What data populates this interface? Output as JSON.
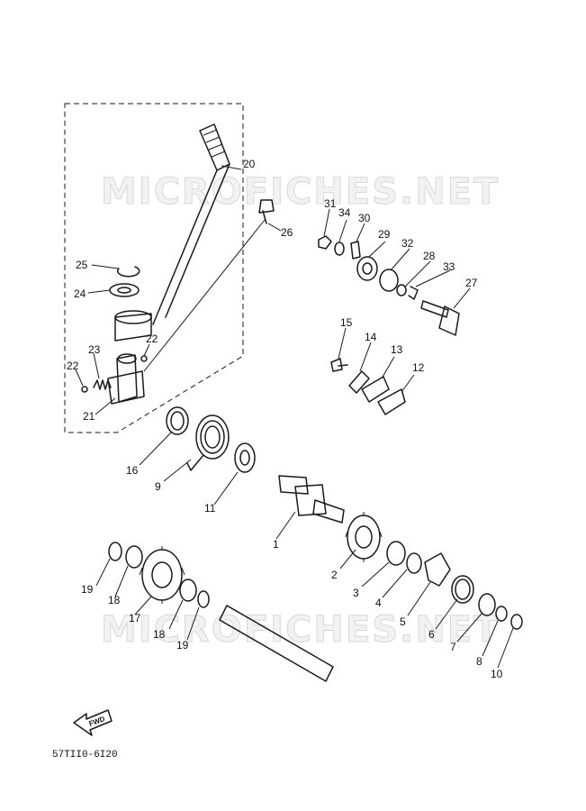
{
  "watermark": "MICROFICHES.NET",
  "drawing_code": "57TII0-6I20",
  "fwd_label": "FWD",
  "callouts": [
    {
      "id": "1",
      "text": "1"
    },
    {
      "id": "2",
      "text": "2"
    },
    {
      "id": "3",
      "text": "3"
    },
    {
      "id": "4",
      "text": "4"
    },
    {
      "id": "5",
      "text": "5"
    },
    {
      "id": "6",
      "text": "6"
    },
    {
      "id": "7",
      "text": "7"
    },
    {
      "id": "8",
      "text": "8"
    },
    {
      "id": "9",
      "text": "9"
    },
    {
      "id": "10",
      "text": "10"
    },
    {
      "id": "11",
      "text": "11"
    },
    {
      "id": "12",
      "text": "12"
    },
    {
      "id": "13",
      "text": "13"
    },
    {
      "id": "14",
      "text": "14"
    },
    {
      "id": "15",
      "text": "15"
    },
    {
      "id": "16",
      "text": "16"
    },
    {
      "id": "17",
      "text": "17"
    },
    {
      "id": "18a",
      "text": "18"
    },
    {
      "id": "18b",
      "text": "18"
    },
    {
      "id": "19a",
      "text": "19"
    },
    {
      "id": "19b",
      "text": "19"
    },
    {
      "id": "20",
      "text": "20"
    },
    {
      "id": "21",
      "text": "21"
    },
    {
      "id": "22a",
      "text": "22"
    },
    {
      "id": "22b",
      "text": "22"
    },
    {
      "id": "23",
      "text": "23"
    },
    {
      "id": "24",
      "text": "24"
    },
    {
      "id": "25",
      "text": "25"
    },
    {
      "id": "26",
      "text": "26"
    },
    {
      "id": "27",
      "text": "27"
    },
    {
      "id": "28",
      "text": "28"
    },
    {
      "id": "29",
      "text": "29"
    },
    {
      "id": "30",
      "text": "30"
    },
    {
      "id": "31",
      "text": "31"
    },
    {
      "id": "32",
      "text": "32"
    },
    {
      "id": "33",
      "text": "33"
    },
    {
      "id": "34",
      "text": "34"
    }
  ]
}
